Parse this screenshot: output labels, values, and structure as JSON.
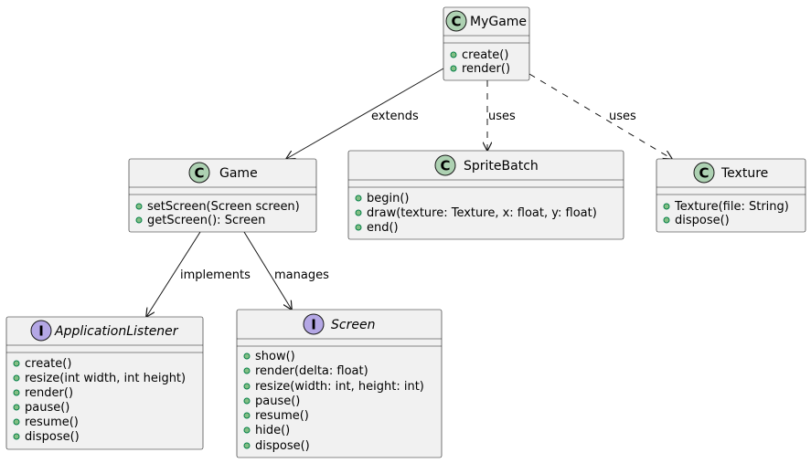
{
  "diagram": {
    "classes": [
      {
        "id": "mygame",
        "name": "MyGame",
        "kind": "class",
        "badge": "C",
        "methods": [
          "create()",
          "render()"
        ]
      },
      {
        "id": "game",
        "name": "Game",
        "kind": "class",
        "badge": "C",
        "methods": [
          "setScreen(Screen screen)",
          "getScreen(): Screen"
        ]
      },
      {
        "id": "spritebatch",
        "name": "SpriteBatch",
        "kind": "class",
        "badge": "C",
        "methods": [
          "begin()",
          "draw(texture: Texture, x: float, y: float)",
          "end()"
        ]
      },
      {
        "id": "texture",
        "name": "Texture",
        "kind": "class",
        "badge": "C",
        "methods": [
          "Texture(file: String)",
          "dispose()"
        ]
      },
      {
        "id": "applicationlistener",
        "name": "ApplicationListener",
        "kind": "interface",
        "badge": "I",
        "methods": [
          "create()",
          "resize(int width, int height)",
          "render()",
          "pause()",
          "resume()",
          "dispose()"
        ]
      },
      {
        "id": "screen",
        "name": "Screen",
        "kind": "interface",
        "badge": "I",
        "methods": [
          "show()",
          "render(delta: float)",
          "resize(width: int, height: int)",
          "pause()",
          "resume()",
          "hide()",
          "dispose()"
        ]
      }
    ],
    "relations": [
      {
        "from": "mygame",
        "to": "game",
        "label": "extends",
        "style": "solid"
      },
      {
        "from": "mygame",
        "to": "spritebatch",
        "label": "uses",
        "style": "dashed"
      },
      {
        "from": "mygame",
        "to": "texture",
        "label": "uses",
        "style": "dashed"
      },
      {
        "from": "game",
        "to": "applicationlistener",
        "label": "implements",
        "style": "solid"
      },
      {
        "from": "game",
        "to": "screen",
        "label": "manages",
        "style": "solid"
      }
    ]
  },
  "colors": {
    "class_badge": "#add1b2",
    "interface_badge": "#b4a7e5",
    "box_fill": "#f1f1f1",
    "visibility_public": "#84be84"
  }
}
